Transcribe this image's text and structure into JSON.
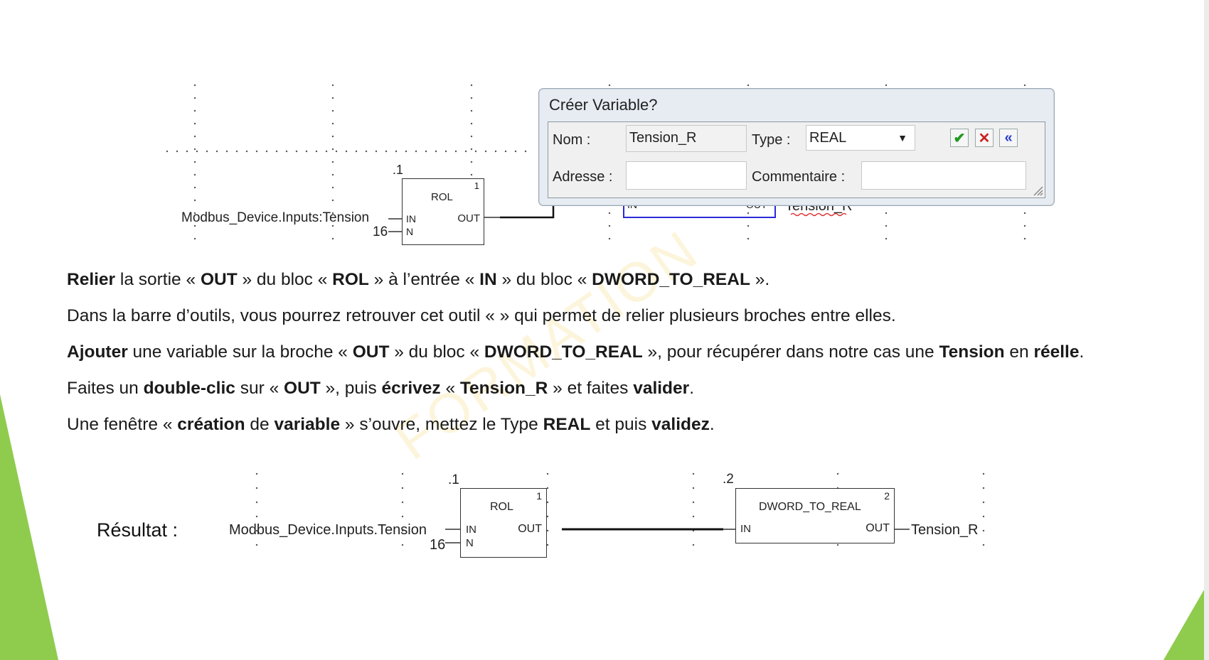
{
  "top_diagram": {
    "block_number": ".1",
    "block_name": "ROL",
    "block_index": "1",
    "pin_in": "IN",
    "pin_n": "N",
    "pin_out": "OUT",
    "input_var": "Modbus_Device.Inputs:Tension",
    "input_n": "16",
    "partial_pin_in": "IN",
    "partial_pin_out": "OUT",
    "partial_var": "Tension_R"
  },
  "dialog": {
    "title": "Créer Variable?",
    "nom_label": "Nom :",
    "nom_value": "Tension_R",
    "type_label": "Type :",
    "type_value": "REAL",
    "adresse_label": "Adresse :",
    "adresse_value": "",
    "commentaire_label": "Commentaire :",
    "commentaire_value": "",
    "ok_icon": "check-icon",
    "cancel_icon": "close-icon",
    "expand_icon": "double-chevron-left-icon"
  },
  "paragraphs": {
    "p1": [
      {
        "t": "Relier",
        "b": true
      },
      {
        "t": " la sortie « ",
        "b": false
      },
      {
        "t": "OUT",
        "b": true
      },
      {
        "t": " » du bloc « ",
        "b": false
      },
      {
        "t": "ROL",
        "b": true
      },
      {
        "t": " » à l’entrée « ",
        "b": false
      },
      {
        "t": "IN",
        "b": true
      },
      {
        "t": " » du bloc « ",
        "b": false
      },
      {
        "t": "DWORD_TO_REAL",
        "b": true
      },
      {
        "t": " ».",
        "b": false
      }
    ],
    "p2": [
      {
        "t": "Dans la barre d’outils, vous pourrez retrouver cet outil «  » qui permet de relier plusieurs broches entre elles.",
        "b": false
      }
    ],
    "p3": [
      {
        "t": "Ajouter",
        "b": true
      },
      {
        "t": " une variable sur la broche « ",
        "b": false
      },
      {
        "t": "OUT",
        "b": true
      },
      {
        "t": " » du bloc « ",
        "b": false
      },
      {
        "t": "DWORD_TO_REAL",
        "b": true
      },
      {
        "t": " », pour récupérer dans notre cas une ",
        "b": false
      },
      {
        "t": "Tension",
        "b": true
      },
      {
        "t": " en ",
        "b": false
      },
      {
        "t": "réelle",
        "b": true
      },
      {
        "t": ".",
        "b": false
      }
    ],
    "p4": [
      {
        "t": "Faites un ",
        "b": false
      },
      {
        "t": "double-clic",
        "b": true
      },
      {
        "t": " sur « ",
        "b": false
      },
      {
        "t": "OUT",
        "b": true
      },
      {
        "t": " », puis ",
        "b": false
      },
      {
        "t": "écrivez",
        "b": true
      },
      {
        "t": " « ",
        "b": false
      },
      {
        "t": "Tension_R",
        "b": true
      },
      {
        "t": " » et faites ",
        "b": false
      },
      {
        "t": "valider",
        "b": true
      },
      {
        "t": ".",
        "b": false
      }
    ],
    "p5": [
      {
        "t": "Une fenêtre « ",
        "b": false
      },
      {
        "t": "création",
        "b": true
      },
      {
        "t": " de ",
        "b": false
      },
      {
        "t": "variable",
        "b": true
      },
      {
        "t": " » s’ouvre, mettez le Type ",
        "b": false
      },
      {
        "t": "REAL",
        "b": true
      },
      {
        "t": " et puis ",
        "b": false
      },
      {
        "t": "validez",
        "b": true
      },
      {
        "t": ".",
        "b": false
      }
    ]
  },
  "bottom_diagram": {
    "result_label": "Résultat :",
    "rol_number": ".1",
    "rol_name": "ROL",
    "rol_index": "1",
    "rol_pin_in": "IN",
    "rol_pin_n": "N",
    "rol_pin_out": "OUT",
    "input_var": "Modbus_Device.Inputs.Tension",
    "input_n": "16",
    "conv_number": ".2",
    "conv_name": "DWORD_TO_REAL",
    "conv_index": "2",
    "conv_pin_in": "IN",
    "conv_pin_out": "OUT",
    "output_var": "Tension_R"
  },
  "watermark": "FORMATION",
  "colors": {
    "accent_green": "#8fcc4e",
    "link_blue": "#2a2ad8",
    "squiggle_red": "#e03030"
  }
}
